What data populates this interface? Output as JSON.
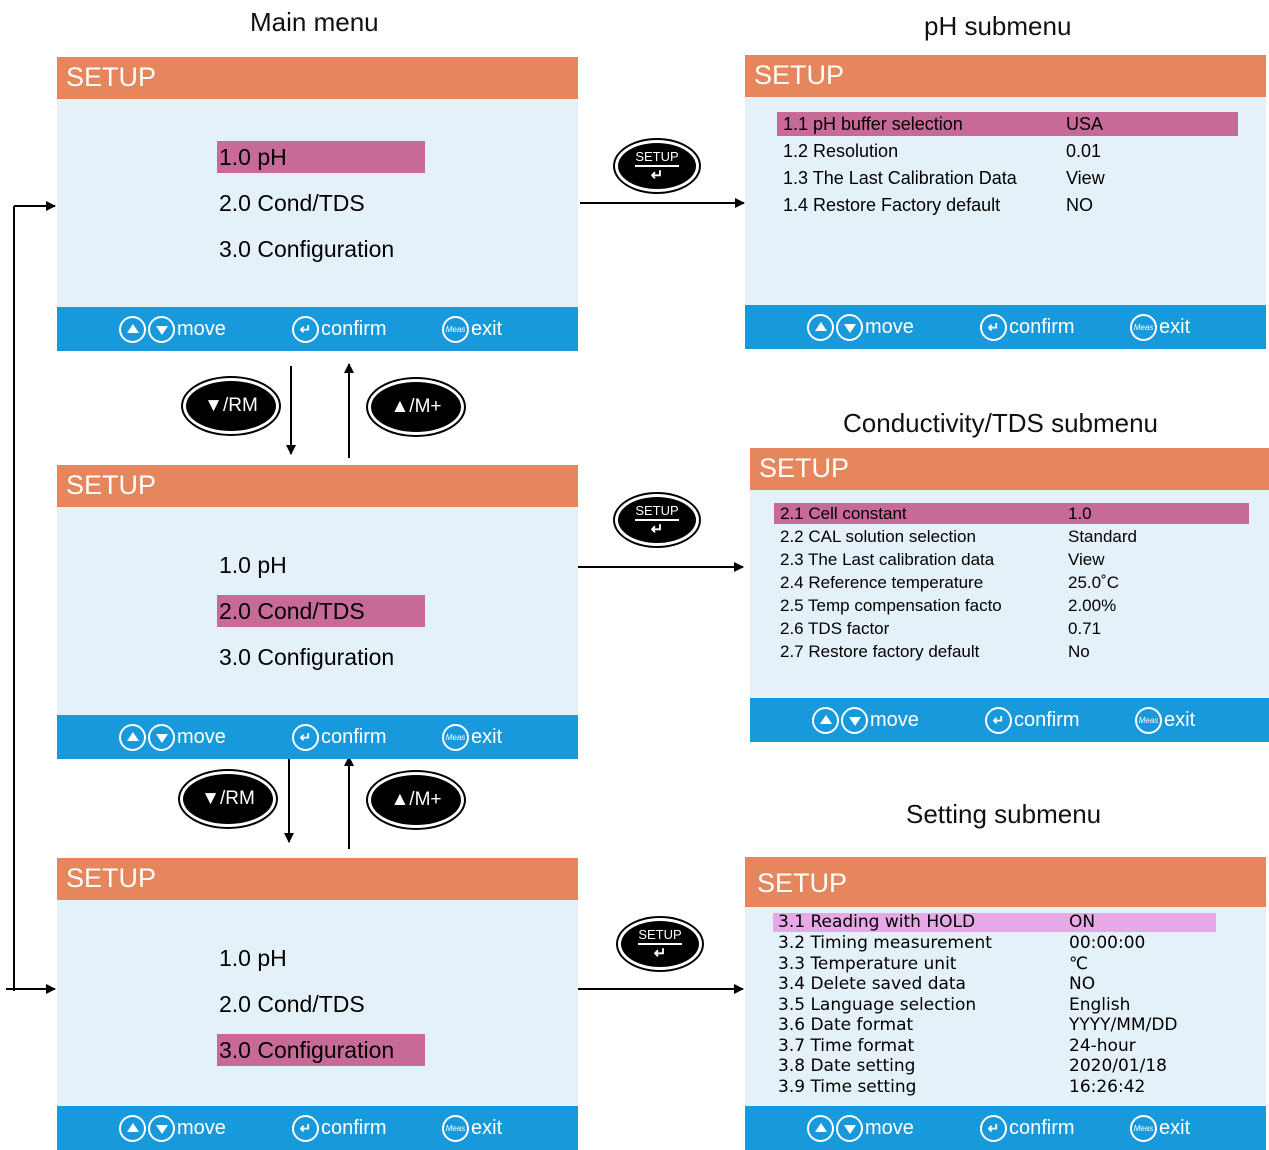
{
  "captions": {
    "main": "Main menu",
    "ph": "pH submenu",
    "cond": "Conductivity/TDS submenu",
    "setting": "Setting submenu"
  },
  "screen_title": "SETUP",
  "footer": {
    "move": "move",
    "confirm": "confirm",
    "exit": "exit",
    "meas_icon": "Meas"
  },
  "main_menu": {
    "items": [
      "1.0 pH",
      "2.0 Cond/TDS",
      "3.0 Configuration"
    ],
    "selected_per_screen": [
      0,
      1,
      2
    ]
  },
  "keys": {
    "setup_top": "SETUP",
    "enter_glyph": "↵",
    "down_rm": "▼/RM",
    "up_mplus": "▲/M+"
  },
  "ph_submenu": {
    "rows": [
      {
        "label": "1.1 pH buffer selection",
        "value": "USA"
      },
      {
        "label": "1.2 Resolution",
        "value": "0.01"
      },
      {
        "label": "1.3 The Last Calibration Data",
        "value": "View"
      },
      {
        "label": "1.4 Restore Factory default",
        "value": "NO"
      }
    ],
    "selected": 0
  },
  "cond_submenu": {
    "rows": [
      {
        "label": "2.1 Cell constant",
        "value": "1.0"
      },
      {
        "label": "2.2 CAL solution selection",
        "value": "Standard"
      },
      {
        "label": "2.3 The Last calibration data",
        "value": "View"
      },
      {
        "label": "2.4 Reference temperature",
        "value": "25.0˚C"
      },
      {
        "label": "2.5 Temp compensation facto",
        "value": "2.00%"
      },
      {
        "label": "2.6 TDS factor",
        "value": "0.71"
      },
      {
        "label": "2.7 Restore factory default",
        "value": "No"
      }
    ],
    "selected": 0
  },
  "setting_submenu": {
    "rows": [
      {
        "label": "3.1  Reading with HOLD",
        "value": "ON"
      },
      {
        "label": "3.2  Timing measurement",
        "value": "00:00:00"
      },
      {
        "label": "3.3  Temperature unit",
        "value": "℃"
      },
      {
        "label": "3.4  Delete saved data",
        "value": "NO"
      },
      {
        "label": "3.5  Language selection",
        "value": "English"
      },
      {
        "label": "3.6  Date format",
        "value": "YYYY/MM/DD"
      },
      {
        "label": "3.7  Time format",
        "value": "24-hour"
      },
      {
        "label": "3.8  Date setting",
        "value": "2020/01/18"
      },
      {
        "label": "3.9  Time setting",
        "value": "16:26:42"
      }
    ],
    "selected": 0
  },
  "colors": {
    "header": "#e5865d",
    "screen_bg": "#e4f1f8",
    "footer": "#1799dc",
    "highlight": "#c86a98",
    "highlight_light": "#e6a8e6"
  }
}
